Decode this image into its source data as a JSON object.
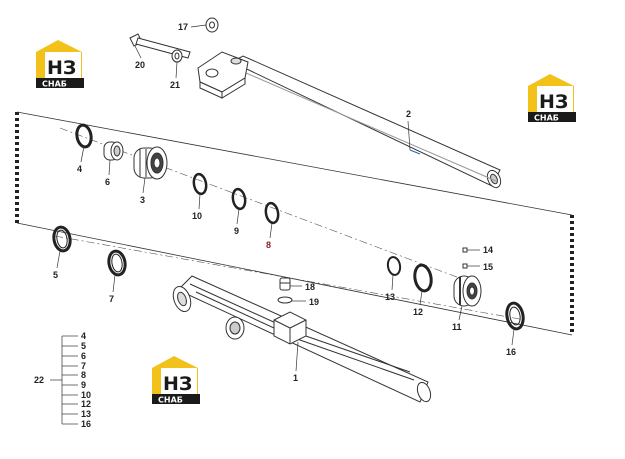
{
  "logos": [
    {
      "letters": "НЗ",
      "caption": "СНАБ"
    },
    {
      "letters": "НЗ",
      "caption": "СНАБ"
    },
    {
      "letters": "НЗ",
      "caption": "СНАБ"
    }
  ],
  "part_labels": [
    "17",
    "20",
    "21",
    "2",
    "4",
    "6",
    "3",
    "10",
    "9",
    "8",
    "5",
    "7",
    "14",
    "15",
    "18",
    "19",
    "13",
    "12",
    "11",
    "16",
    "1"
  ],
  "kit": {
    "label": "22",
    "items": [
      "4",
      "5",
      "6",
      "7",
      "8",
      "9",
      "10",
      "12",
      "13",
      "16"
    ]
  },
  "colors": {
    "line": "#333333",
    "logo_yellow": "#f2c21a",
    "logo_black": "#1a1a1a",
    "highlight_label": "#8a1c1c"
  }
}
